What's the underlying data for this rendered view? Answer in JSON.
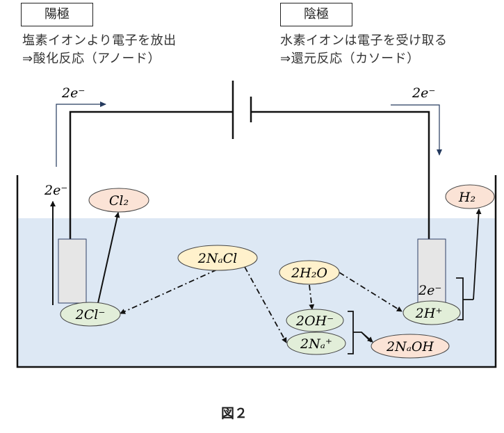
{
  "anode": {
    "title": "陽極",
    "line1": "塩素イオンより電子を放出",
    "line2": "⇒酸化反応（アノード）"
  },
  "cathode": {
    "title": "陰極",
    "line1": "水素イオンは電子を受け取る",
    "line2": "⇒還元反応（カソード）"
  },
  "electron_labels": {
    "top_left": "2e⁻",
    "top_right": "2e⁻",
    "anode_side": "2e⁻",
    "cathode_side": "2e⁻"
  },
  "species": {
    "cl2": "Cl₂",
    "cl_ion": "2Cl⁻",
    "nacl": "2NₐCl",
    "h2o": "2H₂O",
    "oh_ion": "2OH⁻",
    "na_ion": "2Nₐ⁺",
    "naoh": "2NₐOH",
    "h_ion": "2H⁺",
    "h2": "H₂"
  },
  "colors": {
    "solution": "#dde8f4",
    "electrode": "#e6e6e6",
    "electrode_border": "#2f3f66",
    "product_fill": "#fbe3d6",
    "ion_fill": "#e2eed9",
    "reactant_fill": "#fff1cc",
    "electron_arrow": "#243a5e"
  },
  "caption": "図２"
}
